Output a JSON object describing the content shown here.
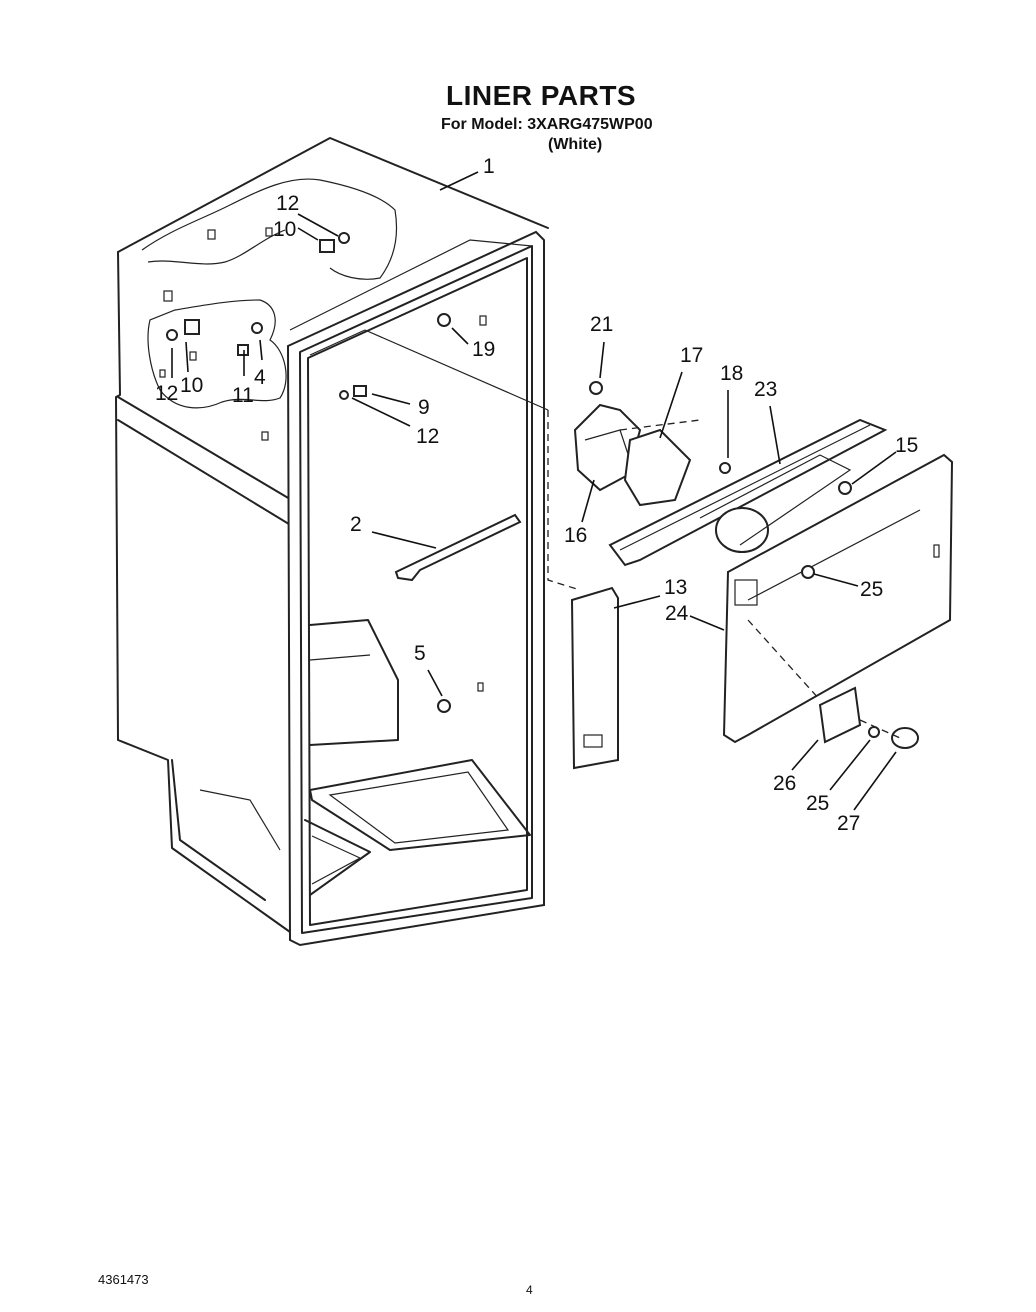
{
  "header": {
    "title": "LINER PARTS",
    "model_line": "For Model: 3XARG475WP00",
    "variant": "(White)"
  },
  "callouts": {
    "c1": "1",
    "c2": "2",
    "c4": "4",
    "c5": "5",
    "c9": "9",
    "c10a": "10",
    "c10b": "10",
    "c11": "11",
    "c12a": "12",
    "c12b": "12",
    "c12c": "12",
    "c13": "13",
    "c15": "15",
    "c16": "16",
    "c17": "17",
    "c18": "18",
    "c19": "19",
    "c21": "21",
    "c23": "23",
    "c24": "24",
    "c25a": "25",
    "c25b": "25",
    "c26": "26",
    "c27": "27"
  },
  "footer": {
    "doc_number": "4361473",
    "page_number": "4"
  }
}
